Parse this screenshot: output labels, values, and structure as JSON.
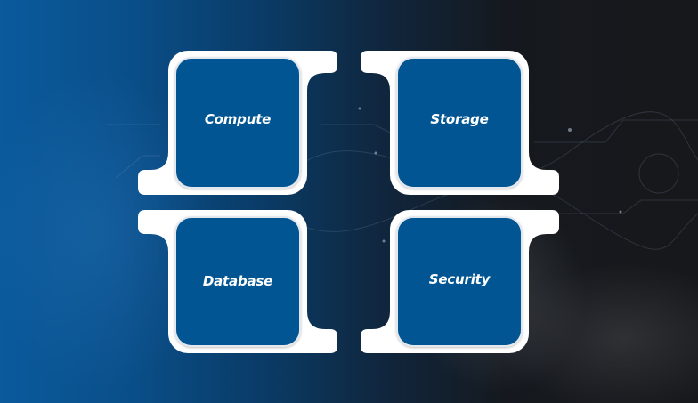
{
  "tiles": [
    {
      "label": "Compute"
    },
    {
      "label": "Storage"
    },
    {
      "label": "Database"
    },
    {
      "label": "Security"
    }
  ],
  "colors": {
    "tile_blue": "#045592",
    "frame_white": "#ffffff",
    "background_left": "#0a5a9c",
    "background_right": "#17181b"
  }
}
